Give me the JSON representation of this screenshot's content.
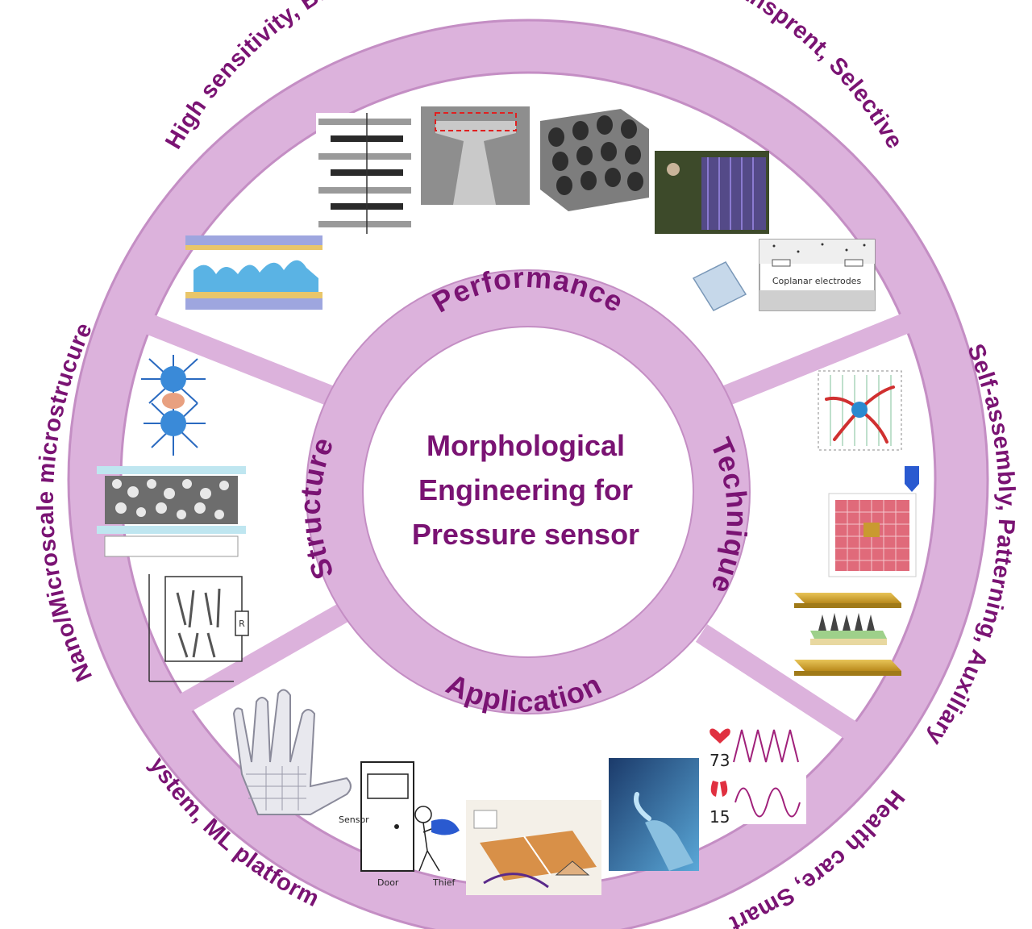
{
  "colors": {
    "ring": "#dcb2dc",
    "ring_edge": "#c48ec4",
    "text": "#7a1373",
    "background": "#ffffff",
    "panel": "#ffffff"
  },
  "center": {
    "line1": "Morphological",
    "line2": "Engineering for",
    "line3": "Pressure sensor"
  },
  "inner_ring": {
    "performance": "Performance",
    "technique": "Technique",
    "application": "Application",
    "structure": "Structure"
  },
  "outer_ring": {
    "performance": "High sensitivity, Broad range,  Stable,  Low hysteresis, Transprent, Selective",
    "technique": "Self-assembly, Patterning, Auxiliary",
    "application_right": "Health care, Smart",
    "application_left": "System, ML platform",
    "structure": "Nano/Microscale microstrucure"
  },
  "figure_labels": {
    "coplanar": "Coplanar electrodes",
    "r_label": "R",
    "heart_rate": "73",
    "breath_rate": "15",
    "sensor": "Sensor",
    "door": "Door",
    "thief": "Thief"
  },
  "icons": [
    "heart-icon",
    "lungs-icon"
  ]
}
